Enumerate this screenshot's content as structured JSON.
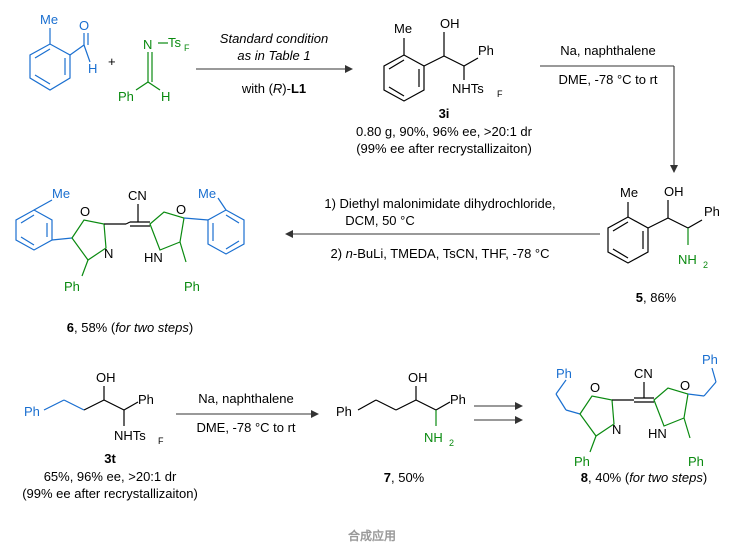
{
  "colors": {
    "blue": "#1a6fd0",
    "green": "#0a8a10",
    "caption": "#999999"
  },
  "atoms": {
    "me": "Me",
    "o": "O",
    "h": "H",
    "n": "N",
    "ts": "Ts",
    "f": "F",
    "ph": "Ph",
    "oh": "OH",
    "nhts": "NHTs",
    "cn": "CN",
    "hn": "HN",
    "nh2": "NH",
    "two": "2",
    "plus": "+"
  },
  "reaction1": {
    "line1": "Standard condition",
    "line2": "as in Table 1",
    "below_pre": "with (",
    "below_r": "R",
    "below_mid": ")-",
    "below_l1": "L1"
  },
  "product_3i": {
    "label": "3i",
    "line1": "0.80 g, 90%, 96% ee, >20:1 dr",
    "line2": "(99% ee after recrystallizaiton)"
  },
  "reaction2": {
    "above": "Na, naphthalene",
    "below": "DME, -78 °C to rt"
  },
  "product_5": {
    "label": "5",
    "yield": ", 86%"
  },
  "reaction3": {
    "line1": "1) Diethyl malonimidate dihydrochloride,",
    "line2": "DCM, 50 °C",
    "line3_pre": "2) ",
    "line3_it": "n",
    "line3_rest": "-BuLi, TMEDA, TsCN, THF, -78 °C"
  },
  "product_6": {
    "label": "6",
    "yield": ", 58% (",
    "note": "for two steps",
    "close": ")"
  },
  "product_3t": {
    "label": "3t",
    "line1": "65%, 96% ee, >20:1 dr",
    "line2": "(99% ee after recrystallizaiton)"
  },
  "reaction4": {
    "above": "Na, naphthalene",
    "below": "DME, -78 °C to rt"
  },
  "product_7": {
    "label": "7",
    "yield": ", 50%"
  },
  "product_8": {
    "label": "8",
    "yield": ", 40% (",
    "note": "for two steps",
    "close": ")"
  },
  "caption": "合成应用"
}
